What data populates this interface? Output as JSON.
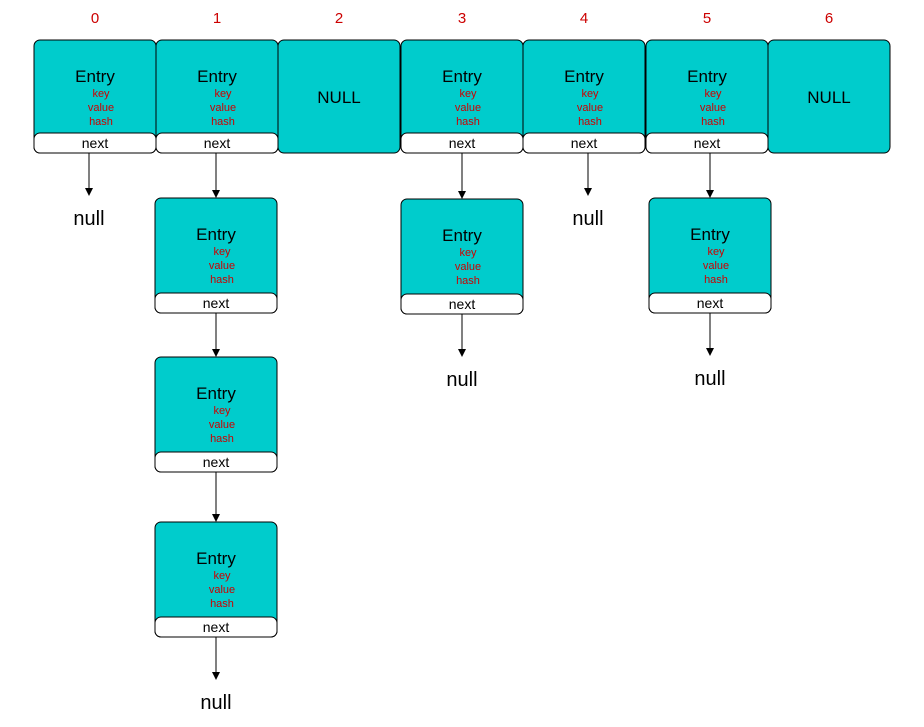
{
  "colors": {
    "cell_fill": "#00cccc",
    "stroke": "#000000",
    "index_text": "#cc0000",
    "field_text": "#cc0000",
    "next_fill": "#ffffff"
  },
  "indices": [
    "0",
    "1",
    "2",
    "3",
    "4",
    "5",
    "6"
  ],
  "labels": {
    "entry": "Entry",
    "fields": [
      "key",
      "value",
      "hash"
    ],
    "next": "next",
    "NULL": "NULL",
    "null": "null"
  },
  "buckets": [
    {
      "index": "0",
      "type": "entry",
      "chain_length": 0
    },
    {
      "index": "1",
      "type": "entry",
      "chain_length": 3
    },
    {
      "index": "2",
      "type": "NULL"
    },
    {
      "index": "3",
      "type": "entry",
      "chain_length": 1
    },
    {
      "index": "4",
      "type": "entry",
      "chain_length": 0
    },
    {
      "index": "5",
      "type": "entry",
      "chain_length": 1
    },
    {
      "index": "6",
      "type": "NULL"
    }
  ]
}
